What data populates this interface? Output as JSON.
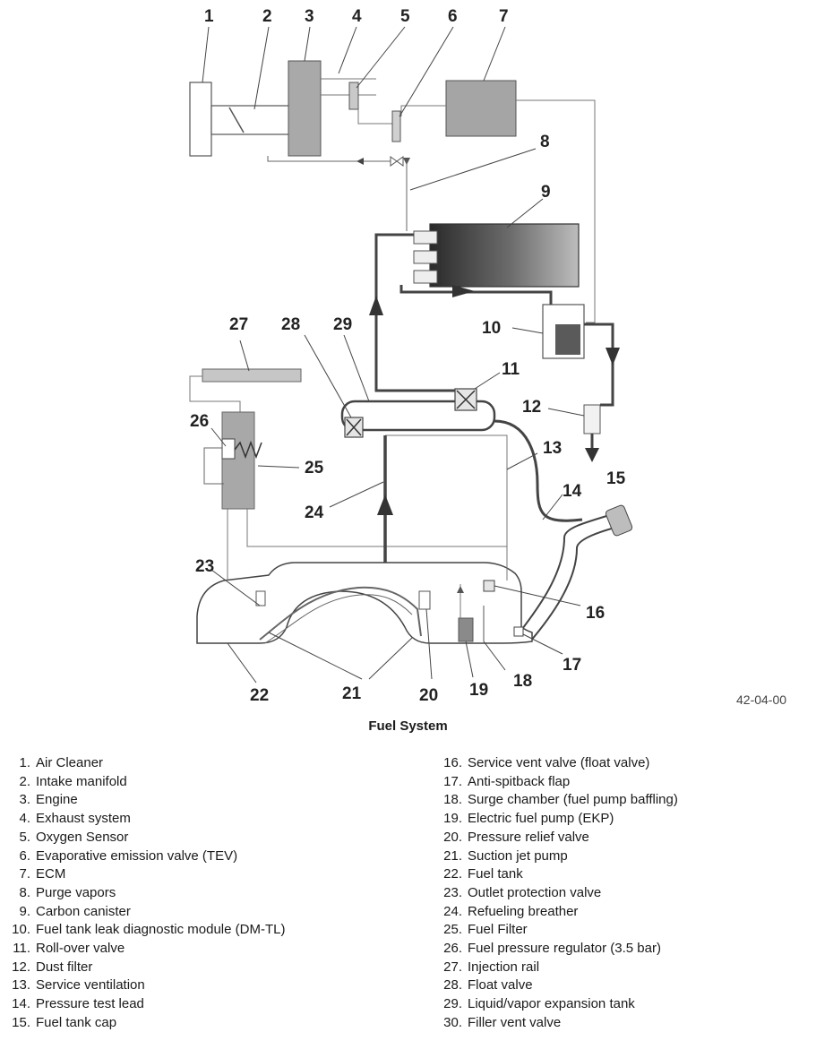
{
  "figure": {
    "ref_code": "42-04-00",
    "title": "Fuel System",
    "callouts": [
      "1",
      "2",
      "3",
      "4",
      "5",
      "6",
      "7",
      "8",
      "9",
      "10",
      "11",
      "12",
      "13",
      "14",
      "15",
      "16",
      "17",
      "18",
      "19",
      "20",
      "21",
      "22",
      "23",
      "24",
      "25",
      "26",
      "27",
      "28",
      "29"
    ]
  },
  "legend": {
    "left": [
      {
        "num": "1.",
        "text": "Air Cleaner"
      },
      {
        "num": "2.",
        "text": "Intake manifold"
      },
      {
        "num": "3.",
        "text": "Engine"
      },
      {
        "num": "4.",
        "text": "Exhaust system"
      },
      {
        "num": "5.",
        "text": "Oxygen Sensor"
      },
      {
        "num": "6.",
        "text": "Evaporative emission valve (TEV)"
      },
      {
        "num": "7.",
        "text": "ECM"
      },
      {
        "num": "8.",
        "text": "Purge vapors"
      },
      {
        "num": "9.",
        "text": "Carbon canister"
      },
      {
        "num": "10.",
        "text": "Fuel tank leak diagnostic module (DM-TL)"
      },
      {
        "num": "11.",
        "text": "Roll-over valve"
      },
      {
        "num": "12.",
        "text": "Dust filter"
      },
      {
        "num": "13.",
        "text": "Service ventilation"
      },
      {
        "num": "14.",
        "text": "Pressure test lead"
      },
      {
        "num": "15.",
        "text": "Fuel tank cap"
      }
    ],
    "right": [
      {
        "num": "16.",
        "text": "Service vent valve (float valve)"
      },
      {
        "num": "17.",
        "text": "Anti-spitback flap"
      },
      {
        "num": "18.",
        "text": "Surge chamber (fuel pump baffling)"
      },
      {
        "num": "19.",
        "text": "Electric fuel pump (EKP)"
      },
      {
        "num": "20.",
        "text": "Pressure relief valve"
      },
      {
        "num": "21.",
        "text": "Suction jet pump"
      },
      {
        "num": "22.",
        "text": "Fuel tank"
      },
      {
        "num": "23.",
        "text": "Outlet protection valve"
      },
      {
        "num": "24.",
        "text": "Refueling breather"
      },
      {
        "num": "25.",
        "text": "Fuel Filter"
      },
      {
        "num": "26.",
        "text": "Fuel pressure regulator (3.5 bar)"
      },
      {
        "num": "27.",
        "text": "Injection rail"
      },
      {
        "num": "28.",
        "text": "Float valve"
      },
      {
        "num": "29.",
        "text": "Liquid/vapor expansion tank"
      },
      {
        "num": "30.",
        "text": "Filler vent valve"
      }
    ]
  }
}
